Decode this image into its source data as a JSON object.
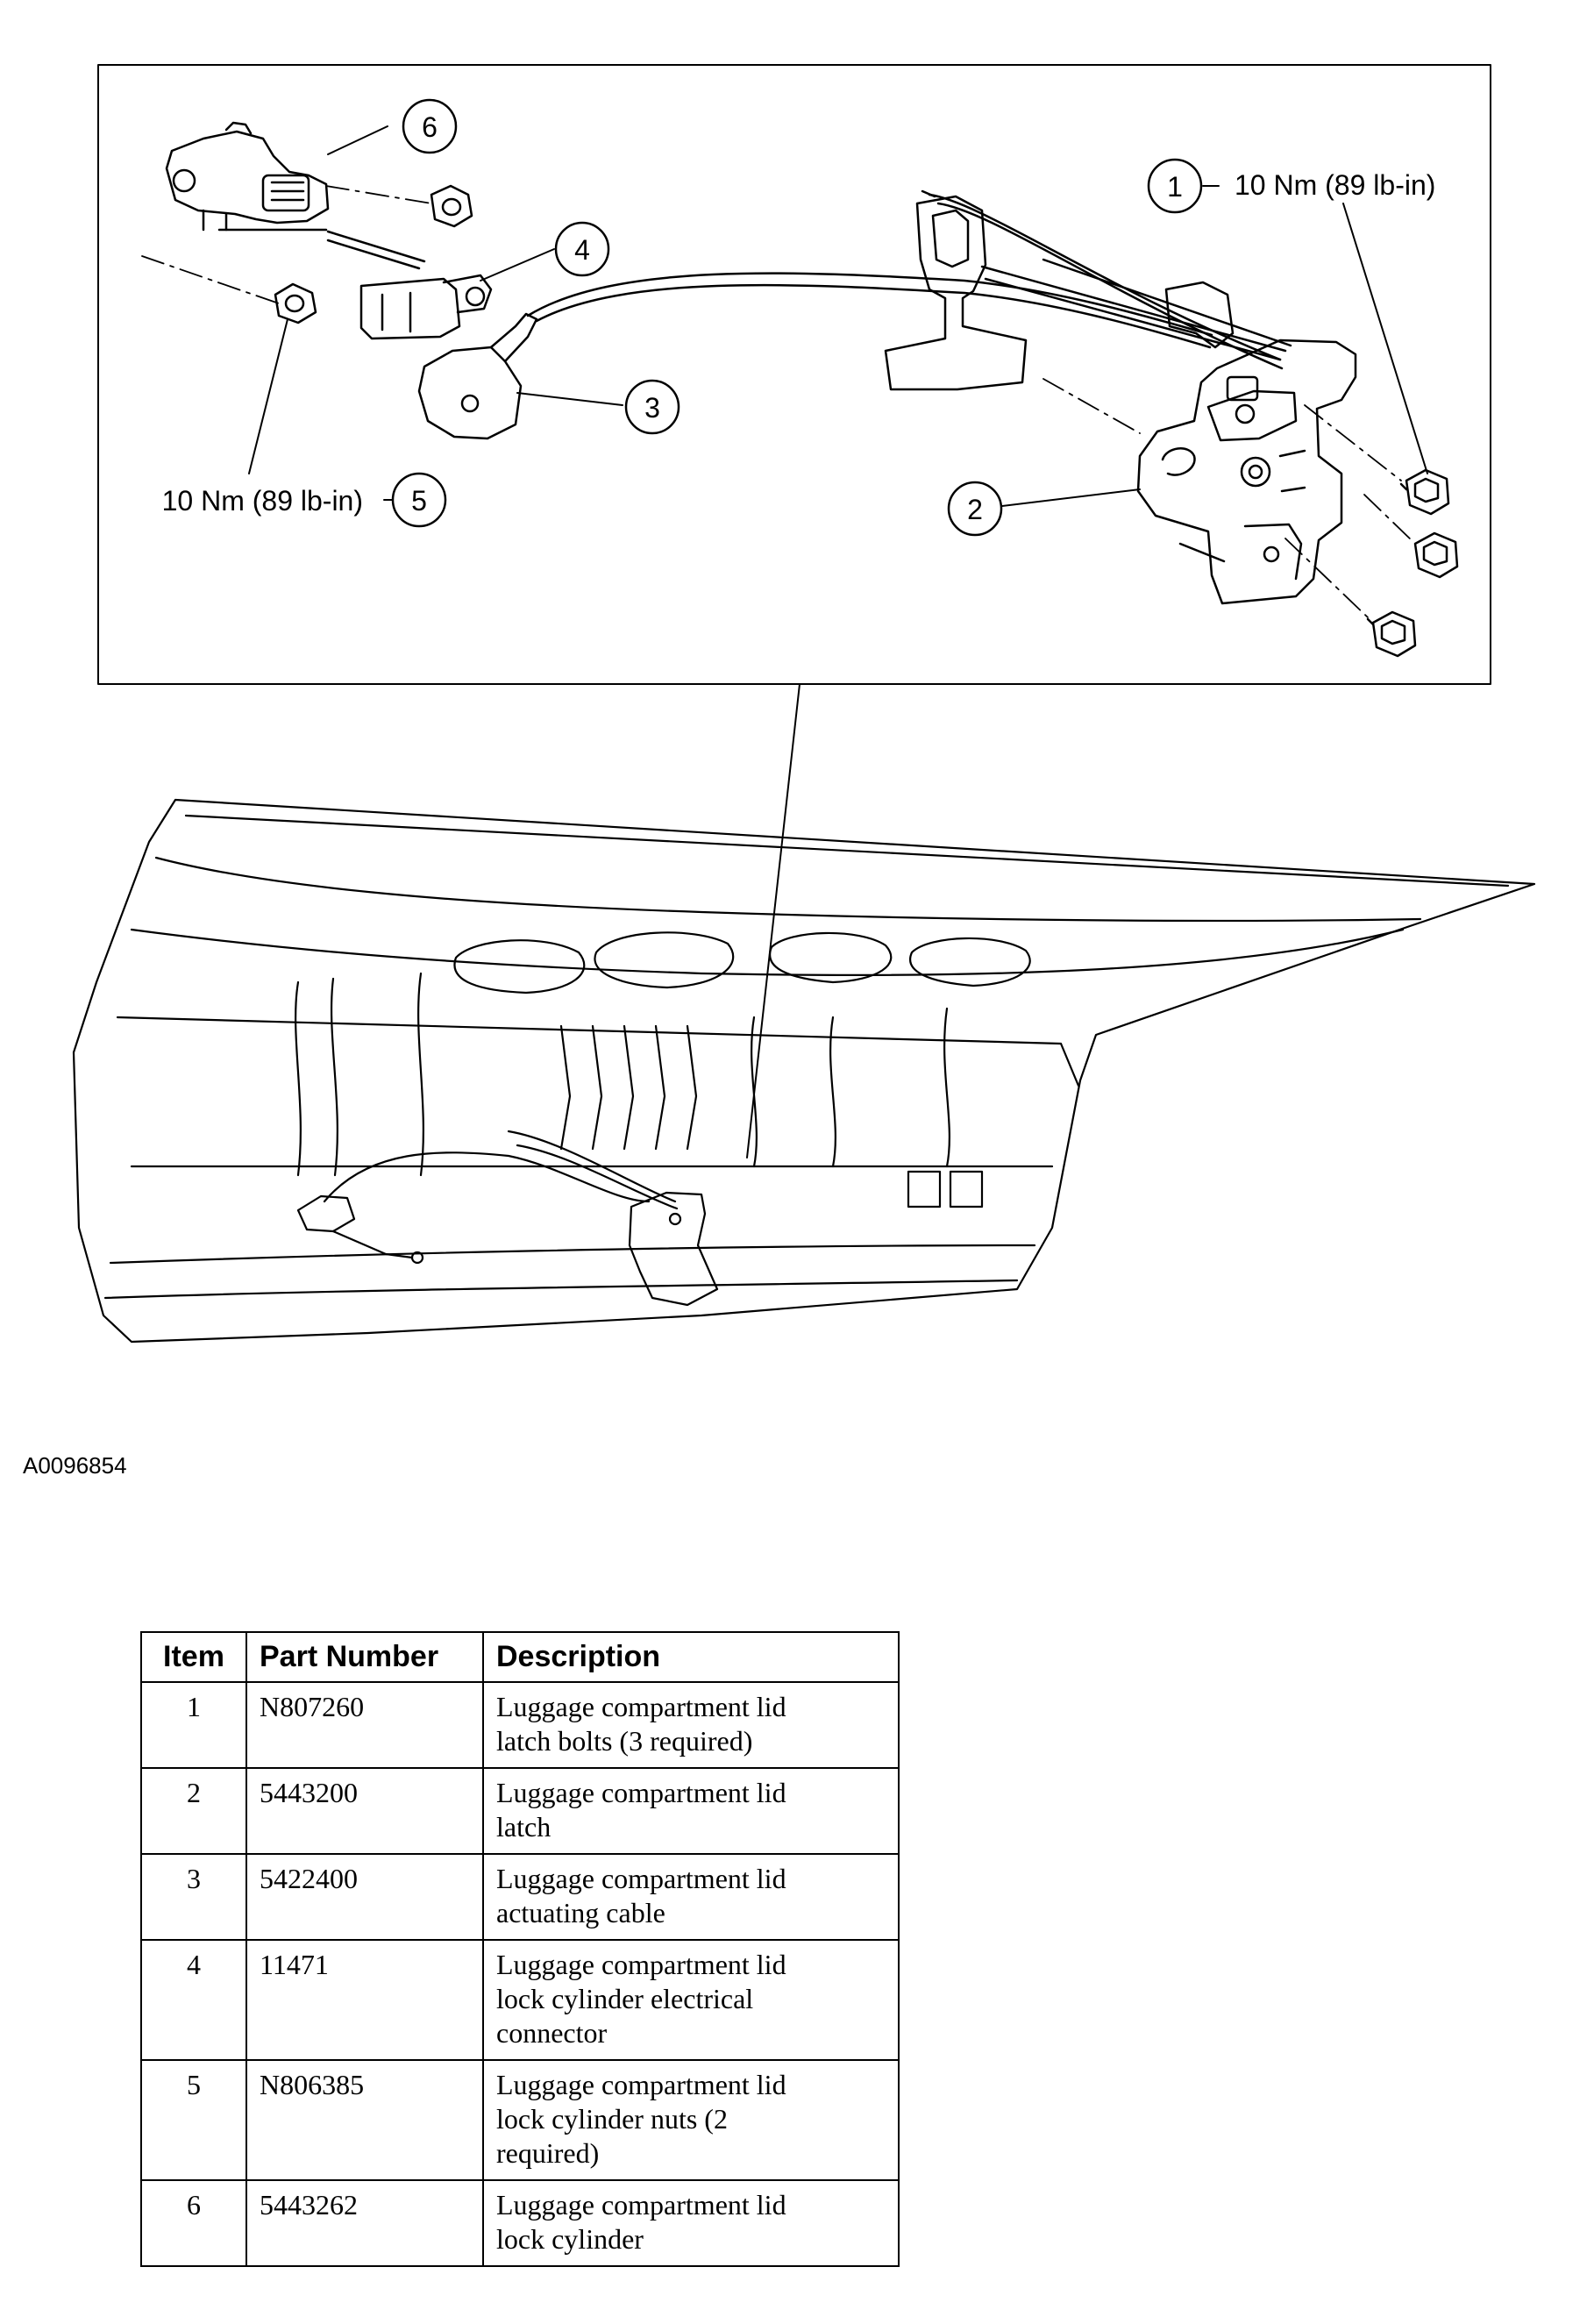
{
  "figure_id": "A0096854",
  "callouts": {
    "c1": {
      "number": "1",
      "torque": "10 Nm (89 lb-in)"
    },
    "c2": {
      "number": "2"
    },
    "c3": {
      "number": "3"
    },
    "c4": {
      "number": "4"
    },
    "c5": {
      "number": "5",
      "torque": "10 Nm (89 lb-in)"
    },
    "c6": {
      "number": "6"
    }
  },
  "table": {
    "headers": {
      "item": "Item",
      "part_number": "Part Number",
      "description": "Description"
    },
    "rows": [
      {
        "item": "1",
        "part_number": "N807260",
        "description": "Luggage compartment lid\nlatch bolts (3 required)"
      },
      {
        "item": "2",
        "part_number": "5443200",
        "description": "Luggage compartment lid\nlatch"
      },
      {
        "item": "3",
        "part_number": "5422400",
        "description": "Luggage compartment lid\nactuating cable"
      },
      {
        "item": "4",
        "part_number": "11471",
        "description": "Luggage compartment lid\nlock cylinder electrical\nconnector"
      },
      {
        "item": "5",
        "part_number": "N806385",
        "description": "Luggage compartment lid\nlock cylinder nuts (2\nrequired)"
      },
      {
        "item": "6",
        "part_number": "5443262",
        "description": "Luggage compartment lid\nlock cylinder"
      }
    ]
  }
}
